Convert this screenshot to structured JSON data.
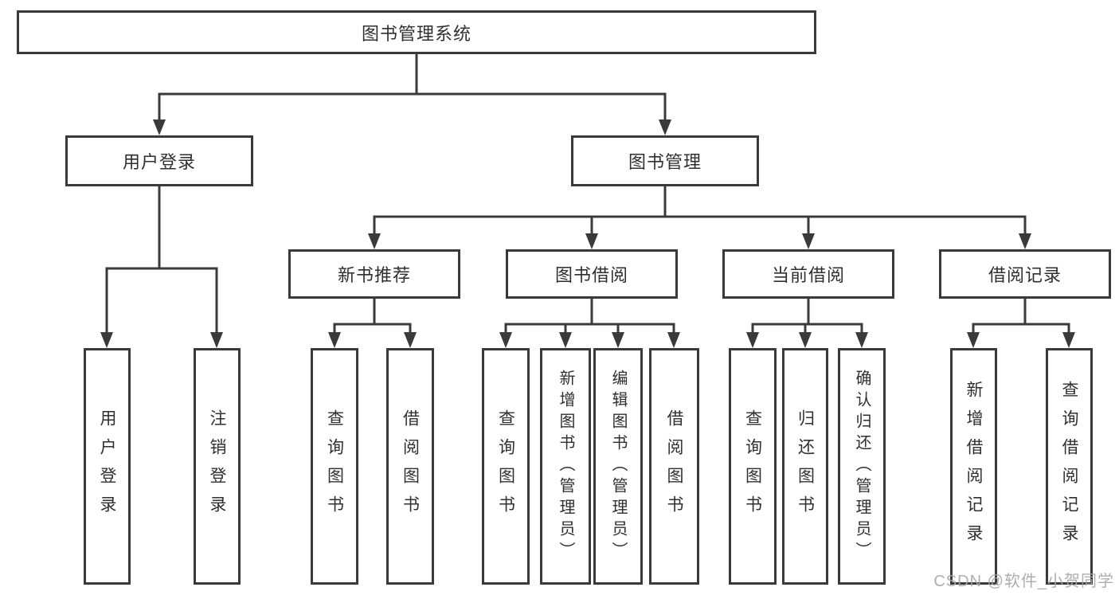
{
  "diagram": {
    "root": "图书管理系统",
    "level2": [
      "用户登录",
      "图书管理"
    ],
    "level3": [
      "新书推荐",
      "图书借阅",
      "当前借阅",
      "借阅记录"
    ],
    "leaves": {
      "user_login": [
        "用户登录",
        "注销登录"
      ],
      "new_book_recommend": [
        "查询图书",
        "借阅图书"
      ],
      "book_borrow": [
        "查询图书",
        "新增图书（管理员）",
        "编辑图书（管理员）",
        "借阅图书"
      ],
      "current_borrow": [
        "查询图书",
        "归还图书",
        "确认归还（管理员）"
      ],
      "borrow_records": [
        "新增借阅记录",
        "查询借阅记录"
      ]
    }
  },
  "watermark": "CSDN @软件_小贺同学",
  "colors": {
    "line": "#3a3a3a",
    "text": "#2f2f2f",
    "watermark": "#a6a6a6",
    "background": "#ffffff"
  }
}
